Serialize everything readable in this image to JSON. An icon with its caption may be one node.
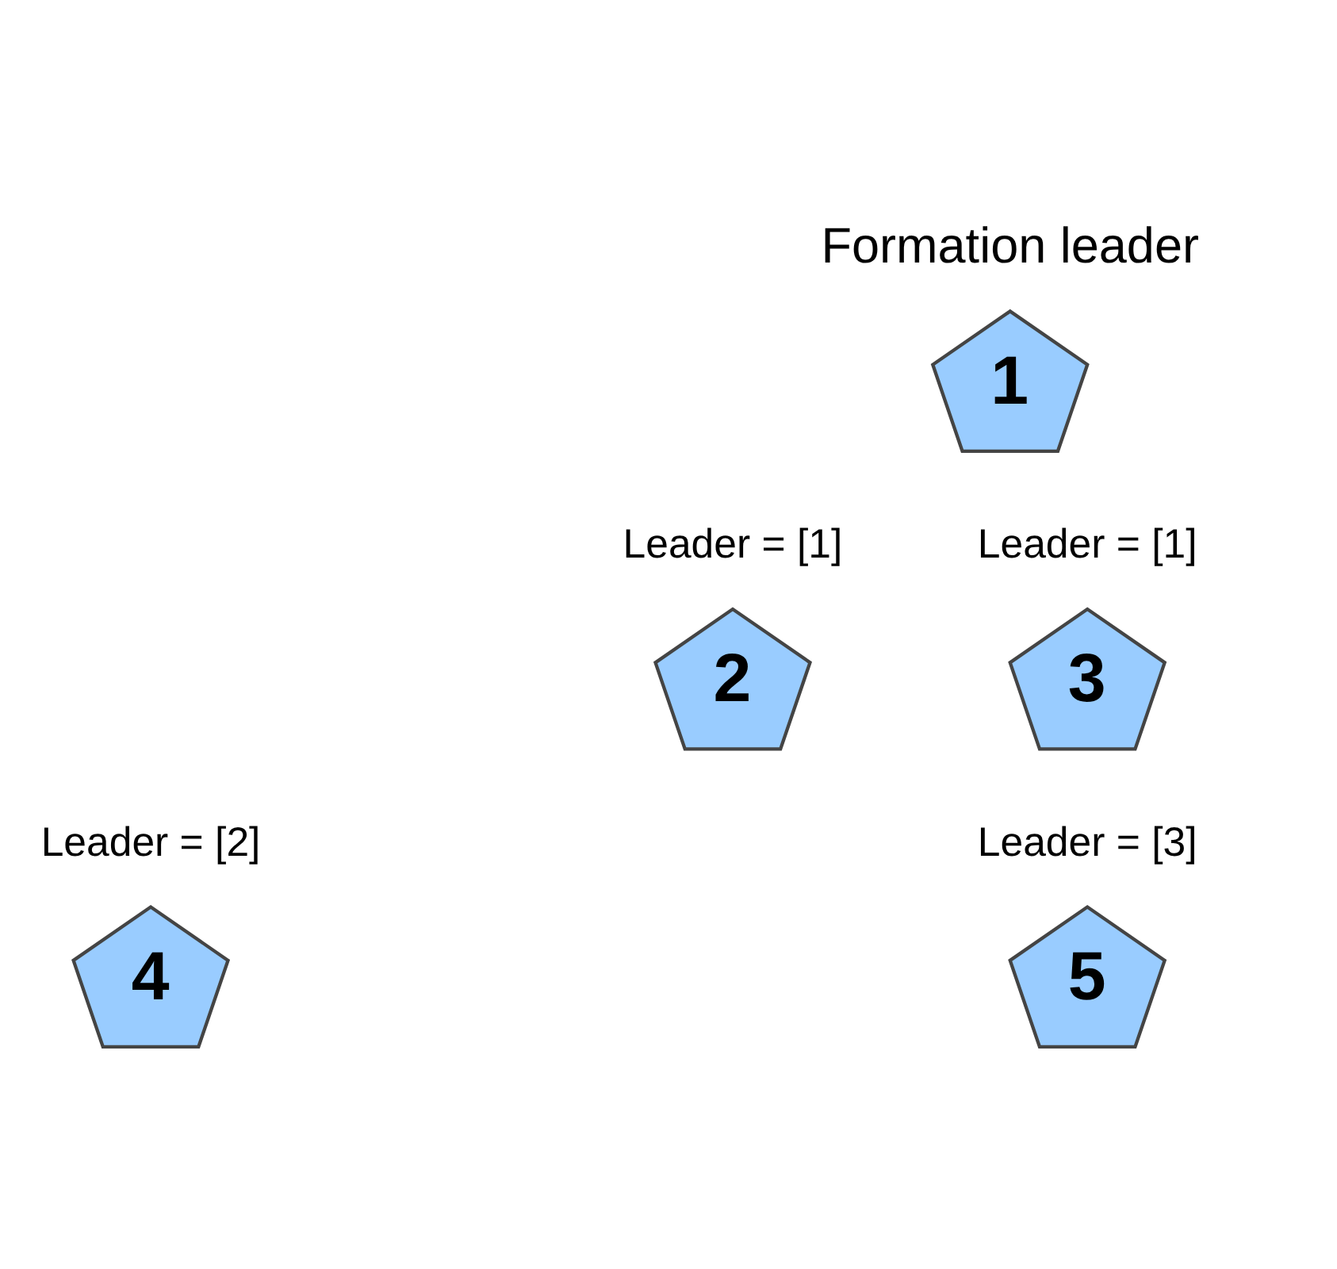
{
  "diagram": {
    "nodes": [
      {
        "text": [
          "1"
        ],
        "beside": [
          "Formation leader"
        ]
      },
      {
        "text": [
          "2"
        ],
        "beside": [
          "Leader = [1]"
        ]
      },
      {
        "text": [
          "3"
        ],
        "beside": [
          "Leader = [1]"
        ]
      },
      {
        "text": [
          "4"
        ],
        "beside": [
          "Leader = [2]"
        ]
      },
      {
        "text": [
          "5"
        ],
        "beside": [
          "Leader = [3]"
        ]
      }
    ],
    "edges": []
  }
}
